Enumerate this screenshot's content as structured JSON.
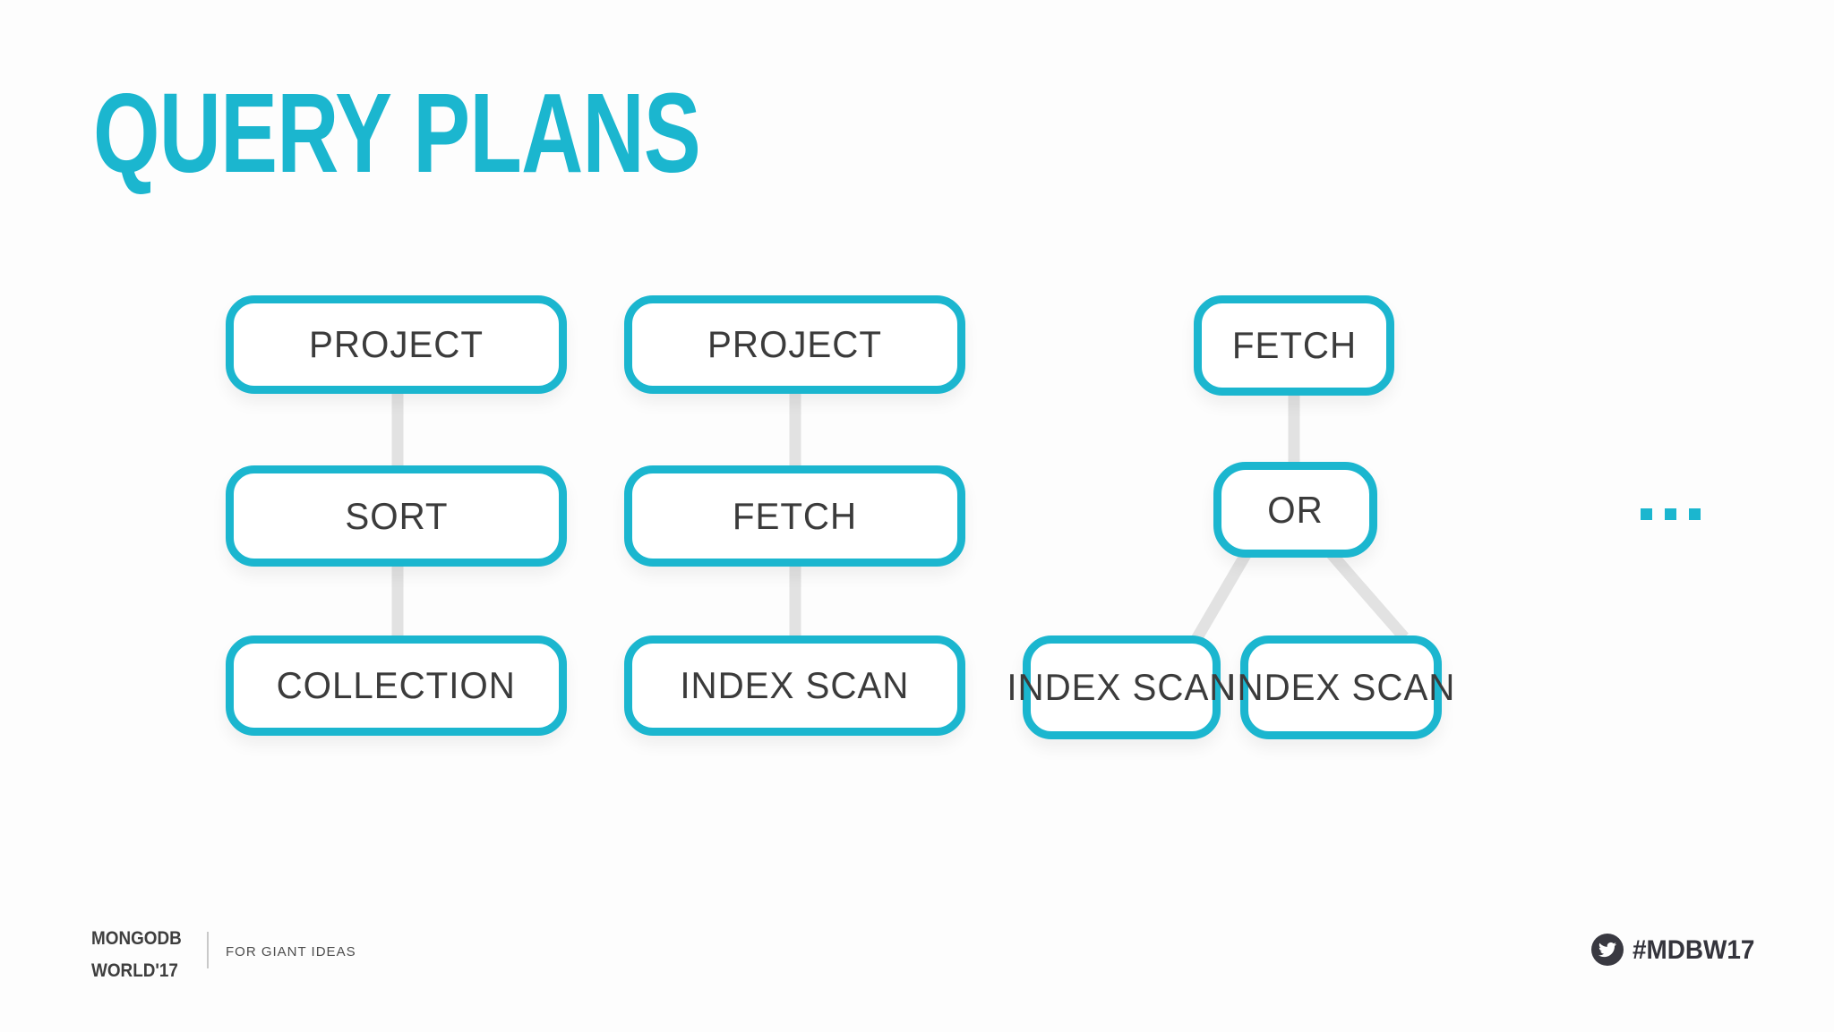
{
  "title": "QUERY PLANS",
  "colors": {
    "accent": "#1bb6cf",
    "connector": "#e2e2e2",
    "node_text": "#3b3b3b",
    "footer_text": "#3e3e3e",
    "twitter_circle": "#393941"
  },
  "trees": [
    {
      "name": "plan-collection-scan",
      "nodes": [
        "PROJECT",
        "SORT",
        "COLLECTION"
      ]
    },
    {
      "name": "plan-index-scan",
      "nodes": [
        "PROJECT",
        "FETCH",
        "INDEX SCAN"
      ]
    },
    {
      "name": "plan-or",
      "root": "FETCH",
      "mid": "OR",
      "leaves": [
        "INDEX SCAN",
        "INDEX SCAN"
      ]
    }
  ],
  "ellipsis": {
    "icon": "more-plans-dots",
    "dot_count": 3
  },
  "footer": {
    "brand_line1": "MONGODB",
    "brand_line2": "WORLD'17",
    "tagline": "FOR GIANT IDEAS",
    "twitter_icon": "twitter-bird",
    "hashtag": "#MDBW17"
  }
}
